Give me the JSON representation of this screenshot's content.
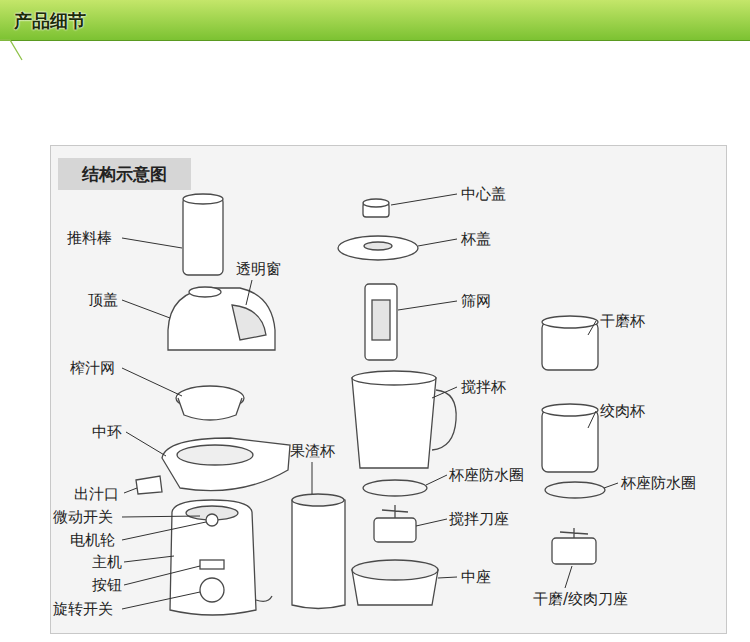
{
  "diagram": {
    "title": "产品细节",
    "nodes": [
      {
        "text": [
          "结构示意图"
        ]
      }
    ],
    "labels": [
      "推料棒",
      "透明窗",
      "顶盖",
      "榨汁网",
      "中环",
      "出汁口",
      "微动开关",
      "电机轮",
      "主机",
      "按钮",
      "旋转开关",
      "果渣杯",
      "中心盖",
      "杯盖",
      "筛网",
      "搅拌杯",
      "杯座防水圈",
      "搅拌刀座",
      "中座",
      "干磨杯",
      "绞肉杯",
      "杯座防水圈",
      "干磨/绞肉刀座"
    ]
  }
}
